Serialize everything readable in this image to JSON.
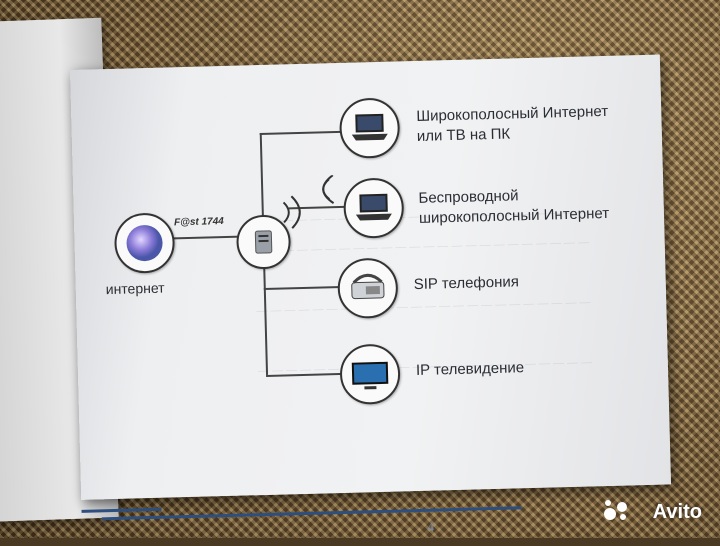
{
  "diagram": {
    "left_node_label": "интернет",
    "router_brand": "F@st 1744",
    "items": [
      {
        "icon": "laptop-icon",
        "line1": "Широкополосный Интернет",
        "line2": "или ТВ на ПК"
      },
      {
        "icon": "laptop-wifi-icon",
        "line1": "Беспроводной",
        "line2": "широкополосный Интернет"
      },
      {
        "icon": "phone-icon",
        "line1": "SIP телефония",
        "line2": ""
      },
      {
        "icon": "tv-icon",
        "line1": "IP телевидение",
        "line2": ""
      }
    ]
  },
  "page_number": "4",
  "watermark": "Avito",
  "colors": {
    "rule": "#2c4f7f",
    "page": "#eeeff1"
  }
}
